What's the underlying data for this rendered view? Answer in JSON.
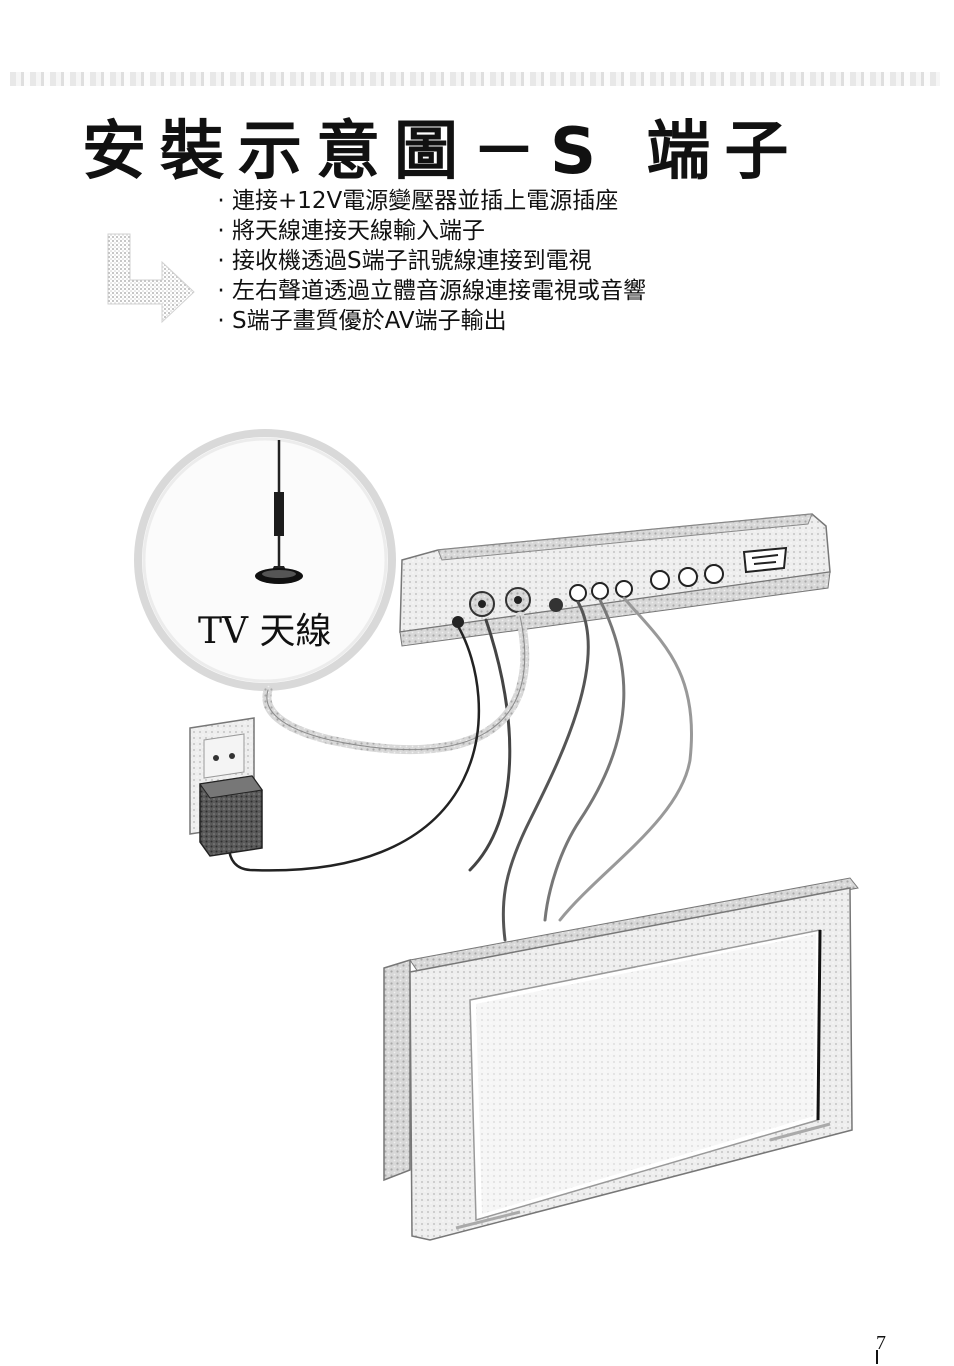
{
  "title": "安裝示意圖－S 端子",
  "bullets": [
    "連接+12V電源變壓器並插上電源插座",
    "將天線連接天線輸入端子",
    "接收機透過S端子訊號線連接到電視",
    "左右聲道透過立體音源線連接電視或音響",
    "S端子畫質優於AV端子輸出"
  ],
  "antenna_label": "TV 天線",
  "page_number": "7",
  "icons": {
    "arrow": "right-turn-arrow-icon"
  }
}
